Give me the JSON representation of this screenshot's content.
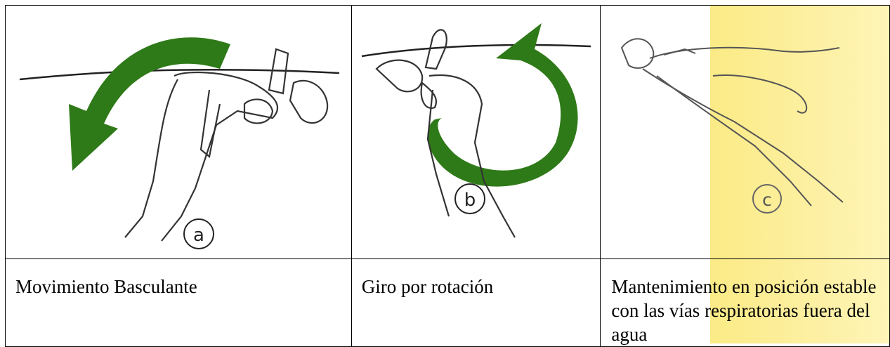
{
  "figures": [
    {
      "label": "a",
      "caption": "Movimiento Basculante"
    },
    {
      "label": "b",
      "caption": "Giro por rotación"
    },
    {
      "label": "c",
      "caption": "Mantenimiento en posición estable con las vías respiratorias fuera del agua"
    }
  ],
  "colors": {
    "arrow": "#2f7a18",
    "highlight": "#fbeb86",
    "line": "#222222"
  }
}
